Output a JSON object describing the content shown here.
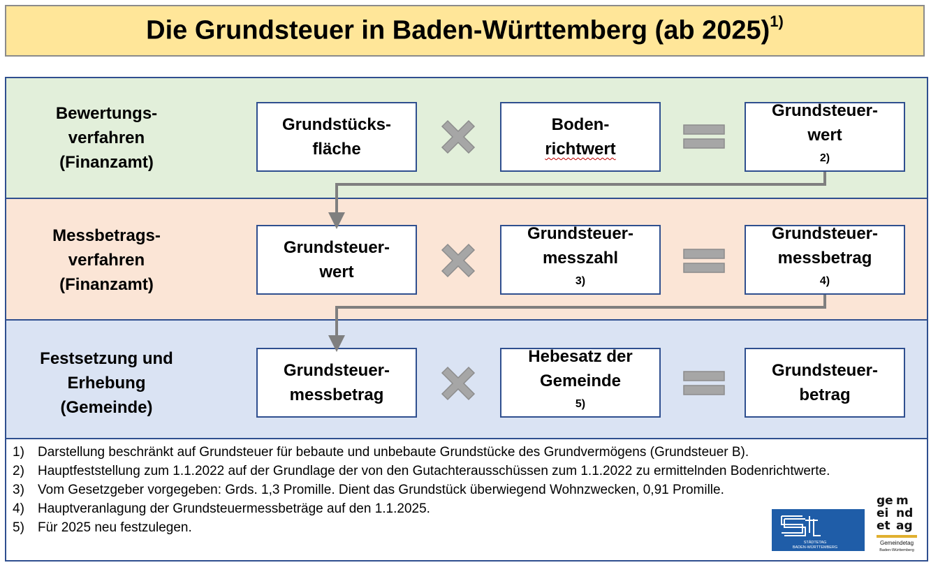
{
  "title": {
    "text": "Die Grundsteuer in Baden-Württemberg (ab 2025)",
    "sup": "1)"
  },
  "rows": [
    {
      "label": [
        "Bewertungs-",
        "verfahren",
        "(Finanzamt)"
      ],
      "boxes": [
        {
          "lines": [
            "Grundstücks-",
            "fläche"
          ],
          "sup": ""
        },
        {
          "lines": [
            "Boden-",
            "richtwert"
          ],
          "sup": ""
        },
        {
          "lines": [
            "Grundsteuer-",
            "wert"
          ],
          "sup": "2)"
        }
      ]
    },
    {
      "label": [
        "Messbetrags-",
        "verfahren",
        "(Finanzamt)"
      ],
      "boxes": [
        {
          "lines": [
            "Grundsteuer-",
            "wert"
          ],
          "sup": ""
        },
        {
          "lines": [
            "Grundsteuer-",
            "messzahl"
          ],
          "sup": "3)"
        },
        {
          "lines": [
            "Grundsteuer-",
            "messbetrag"
          ],
          "sup": "4)"
        }
      ]
    },
    {
      "label": [
        "Festsetzung und",
        "Erhebung",
        "(Gemeinde)"
      ],
      "boxes": [
        {
          "lines": [
            "Grundsteuer-",
            "messbetrag"
          ],
          "sup": ""
        },
        {
          "lines": [
            "Hebesatz der",
            "Gemeinde"
          ],
          "sup": "5)"
        },
        {
          "lines": [
            "Grundsteuer-",
            "betrag"
          ],
          "sup": ""
        }
      ]
    }
  ],
  "footnotes": [
    {
      "num": "1)",
      "text": "Darstellung beschränkt auf Grundsteuer für bebaute und unbebaute Grundstücke des Grundvermögens (Grundsteuer B)."
    },
    {
      "num": "2)",
      "text": "Hauptfeststellung zum 1.1.2022 auf der Grundlage der von den Gutachterausschüssen zum 1.1.2022 zu ermittelnden Bodenrichtwerte."
    },
    {
      "num": "3)",
      "text": "Vom Gesetzgeber vorgegeben: Grds. 1,3 Promille. Dient das Grundstück überwiegend Wohnzwecken, 0,91 Promille."
    },
    {
      "num": "4)",
      "text": "Hauptveranlagung der Grundsteuermessbeträge auf den 1.1.2025."
    },
    {
      "num": "5)",
      "text": "Für 2025 neu festzulegen."
    }
  ],
  "logos": {
    "staedtetag": {
      "mark": "St",
      "line1": "STÄDTETAG",
      "line2": "BADEN-WÜRTTEMBERG"
    },
    "gemeindetag": {
      "line1": "Gemeindetag",
      "line2": "Baden-Württemberg"
    }
  },
  "colors": {
    "title_bg": "#ffe699",
    "row1_bg": "#e2efda",
    "row2_bg": "#fbe5d6",
    "row3_bg": "#dae3f3",
    "border": "#2f4f8f",
    "operator": "#a6a6a6",
    "connector": "#7f7f7f",
    "staedtetag_blue": "#1f5da8",
    "gemeindetag_gold": "#e0b030"
  }
}
